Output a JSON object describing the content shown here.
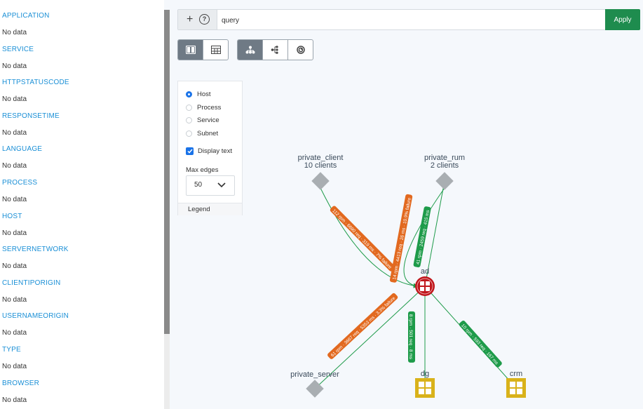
{
  "sidebar": {
    "facets": [
      {
        "title": "APPLICATION",
        "value": "No data"
      },
      {
        "title": "SERVICE",
        "value": "No data"
      },
      {
        "title": "HTTPSTATUSCODE",
        "value": "No data"
      },
      {
        "title": "RESPONSETIME",
        "value": "No data"
      },
      {
        "title": "LANGUAGE",
        "value": "No data"
      },
      {
        "title": "PROCESS",
        "value": "No data"
      },
      {
        "title": "HOST",
        "value": "No data"
      },
      {
        "title": "SERVERNETWORK",
        "value": "No data"
      },
      {
        "title": "CLIENTIPORIGIN",
        "value": "No data"
      },
      {
        "title": "USERNAMEORIGIN",
        "value": "No data"
      },
      {
        "title": "TYPE",
        "value": "No data"
      },
      {
        "title": "BROWSER",
        "value": "No data"
      }
    ]
  },
  "querybar": {
    "plus_label": "+",
    "help_label": "?",
    "query_value": "query",
    "apply_label": "Apply"
  },
  "view_toggle": {
    "icons": [
      "map-view-icon",
      "table-view-icon"
    ],
    "active": "map-view-icon"
  },
  "layout_toggle": {
    "icons": [
      "hierarchy-layout-icon",
      "tree-layout-icon",
      "radial-layout-icon"
    ],
    "active": "hierarchy-layout-icon"
  },
  "options": {
    "group_by": [
      {
        "label": "Host",
        "checked": true
      },
      {
        "label": "Process",
        "checked": false
      },
      {
        "label": "Service",
        "checked": false
      },
      {
        "label": "Subnet",
        "checked": false
      }
    ],
    "display_text_label": "Display text",
    "display_text_checked": true,
    "max_edges_label": "Max edges",
    "max_edges_value": "50",
    "legend_label": "Legend"
  },
  "graph": {
    "nodes": {
      "private_client": {
        "name": "private_client",
        "sub": "10 clients"
      },
      "private_rum": {
        "name": "private_rum",
        "sub": "2 clients"
      },
      "central": {
        "name": "ad"
      },
      "private_server": {
        "name": "private_server"
      },
      "dg": {
        "name": "dg"
      },
      "crm": {
        "name": "crm"
      }
    },
    "edges": {
      "e1": "112 rpm · 6690 req · 319 ms · 7% failure",
      "e2": "14 rpm · 4413 req · 26 ms · 10.9% failure",
      "e3": "41 rpm · 2459 req · 415 ms",
      "e4": "61 rpm · 3667 req · 5353 ms · 3.3% failure",
      "e5": "8 rpm · 501 req · 8 ms",
      "e6": "10 rpm · 593 req · 167 ms"
    },
    "colors": {
      "orange": "#e2691f",
      "green": "#1e9b4a",
      "red": "#c0171c",
      "gold": "#d9b21a",
      "gray": "#a9aeb2"
    }
  }
}
